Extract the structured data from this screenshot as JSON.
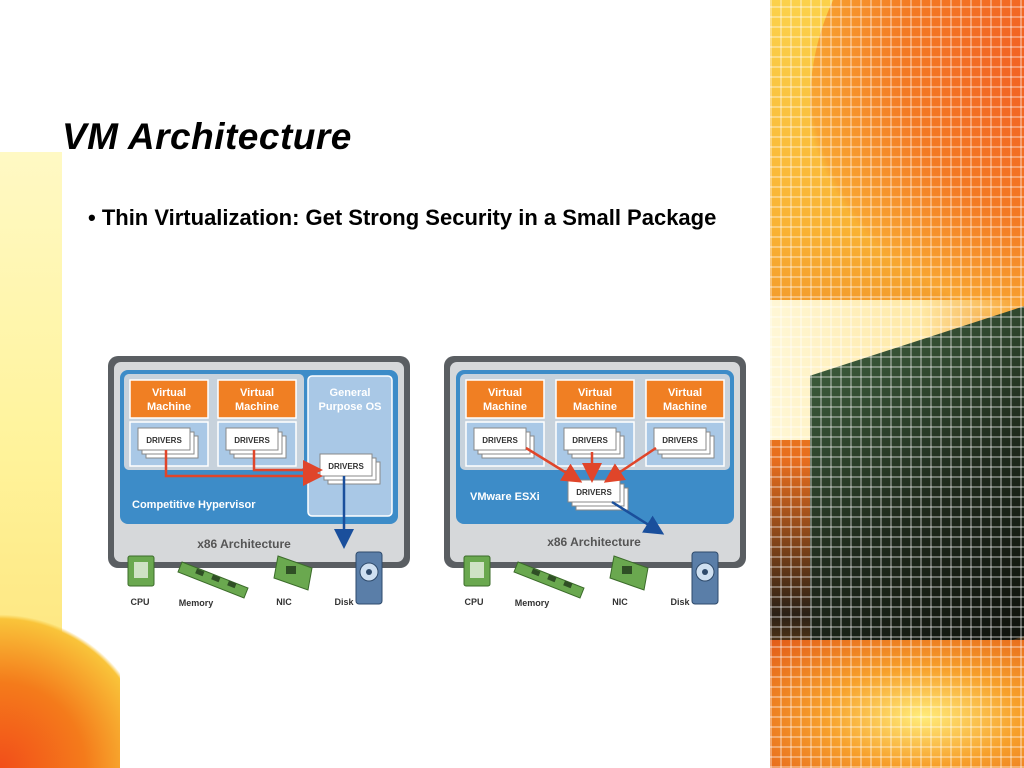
{
  "slide": {
    "title": "VM Architecture",
    "bullet": "• Thin Virtualization: Get Strong Security in a Small Package"
  },
  "diagrams": {
    "left": {
      "vm_label_line1": "Virtual",
      "vm_label_line2": "Machine",
      "gpos_line1": "General",
      "gpos_line2": "Purpose OS",
      "drivers_label": "DRIVERS",
      "hypervisor_label": "Competitive Hypervisor",
      "arch_label": "x86 Architecture",
      "hw": {
        "cpu": "CPU",
        "memory": "Memory",
        "nic": "NIC",
        "disk": "Disk"
      }
    },
    "right": {
      "vm_label_line1": "Virtual",
      "vm_label_line2": "Machine",
      "drivers_label": "DRIVERS",
      "hypervisor_label": "VMware ESXi",
      "arch_label": "x86 Architecture",
      "hw": {
        "cpu": "CPU",
        "memory": "Memory",
        "nic": "NIC",
        "disk": "Disk"
      }
    }
  },
  "colors": {
    "vm_orange": "#f07f23",
    "hypervisor_blue": "#3d8cc8",
    "arrow_red": "#e0452a",
    "arrow_blue": "#1a4f9c",
    "frame_gray": "#5a5e62"
  }
}
